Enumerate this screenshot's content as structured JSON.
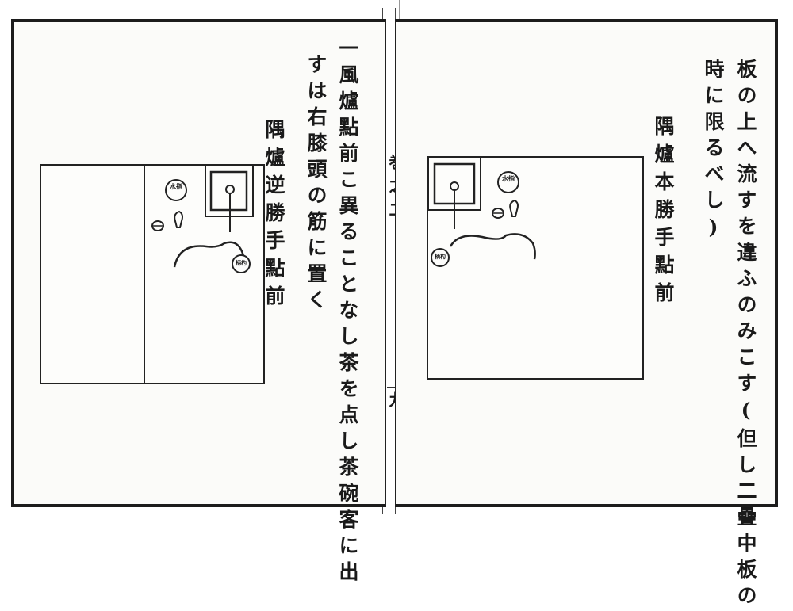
{
  "right_page": {
    "col1": "板の上へ流すを違ふのみこす(但し二疊中板の",
    "col2": "時に限るべし)",
    "section_title": "隅爐本勝手點前",
    "diagram": {
      "kettle_seal": "水指",
      "ladle_seal": "柄杓"
    }
  },
  "gutter": {
    "volume_label": "巻之二",
    "page_number": "九"
  },
  "left_page": {
    "col1": "一風爐點前こ異ることなし茶を点し茶碗客に出",
    "col2": "すは右膝頭の筋に置く",
    "section_title": "隅爐逆勝手點前",
    "diagram": {
      "kettle_seal": "水指",
      "ladle_seal": "柄杓"
    }
  }
}
